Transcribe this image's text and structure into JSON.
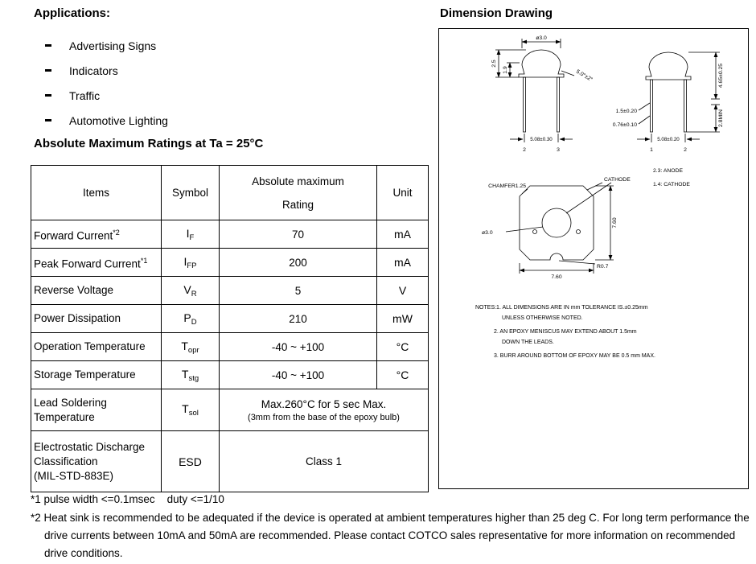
{
  "applications": {
    "title": "Applications:",
    "items": [
      "Advertising Signs",
      "Indicators",
      "Traffic",
      "Automotive Lighting"
    ]
  },
  "ratings": {
    "title": "Absolute Maximum Ratings at Ta = 25°C",
    "headers": {
      "items": "Items",
      "symbol": "Symbol",
      "rating_line1": "Absolute maximum",
      "rating_line2": "Rating",
      "unit": "Unit"
    },
    "rows": [
      {
        "item": "Forward Current",
        "sup": "*2",
        "sym": "I",
        "sub": "F",
        "rating": "70",
        "unit": "mA"
      },
      {
        "item": "Peak Forward Current",
        "sup": "*1",
        "sym": "I",
        "sub": "FP",
        "rating": "200",
        "unit": "mA"
      },
      {
        "item": "Reverse Voltage",
        "sym": "V",
        "sub": "R",
        "rating": "5",
        "unit": "V"
      },
      {
        "item": "Power Dissipation",
        "sym": "P",
        "sub": "D",
        "rating": "210",
        "unit": "mW"
      },
      {
        "item": "Operation Temperature",
        "sym": "T",
        "sub": "opr",
        "rating": "-40 ~ +100",
        "unit": "°C"
      },
      {
        "item": "Storage Temperature",
        "sym": "T",
        "sub": "stg",
        "rating": "-40 ~ +100",
        "unit": "°C"
      },
      {
        "item_line1": "Lead Soldering",
        "item_line2": "Temperature",
        "sym": "T",
        "sub": "sol",
        "rating_line1": "Max.260°C for 5 sec Max.",
        "rating_line2": "(3mm from the base of the epoxy bulb)"
      },
      {
        "item_line1": "Electrostatic Discharge",
        "item_line2": "Classification",
        "item_line3": "(MIL-STD-883E)",
        "sym": "ESD",
        "rating": "Class 1"
      }
    ]
  },
  "footnotes": {
    "note1": "*1 pulse width <=0.1msec    duty <=1/10",
    "note2": "*2 Heat sink is recommended to be adequated if the device is operated at ambient temperatures higher than 25 deg C. For long term performance the drive currents between 10mA and 50mA are recommended. Please contact COTCO sales representative for more information on recommended drive conditions."
  },
  "drawing": {
    "title": "Dimension Drawing",
    "front_view": {
      "dia": "ø3.0",
      "dim_1_9": "1.9",
      "dim_2_5": "2.5",
      "angle": "5.0°±2°",
      "lead_pitch": "5.08±0.30",
      "pin_left": "2",
      "pin_right": "3"
    },
    "side_view": {
      "lead_w1": "1.5±0.20",
      "lead_w2": "0.76±0.10",
      "height": "4.65±0.25",
      "lead_min": "2.8MIN",
      "lead_pitch": "5.08±0.20",
      "pin_left": "1",
      "pin_right": "2",
      "anode_legend": "2.3: ANODE",
      "cathode_legend": "1.4: CATHODE"
    },
    "top_view": {
      "chamfer": "CHAMFER1.25",
      "cathode": "CATHODE",
      "dia": "ø3.0",
      "height": "7.60",
      "width": "7.60",
      "radius": "R0.7"
    },
    "notes": {
      "line1": "NOTES:1. ALL DIMENSIONS ARE IN mm TOLERANCE IS.±0.25mm",
      "line2": "UNLESS OTHERWISE NOTED.",
      "line3": "2. AN EPOXY MENISCUS MAY EXTEND ABOUT 1.5mm",
      "line4": "DOWN THE LEADS.",
      "line5": "3. BURR AROUND BOTTOM OF EPOXY MAY BE 0.5 mm MAX."
    }
  }
}
